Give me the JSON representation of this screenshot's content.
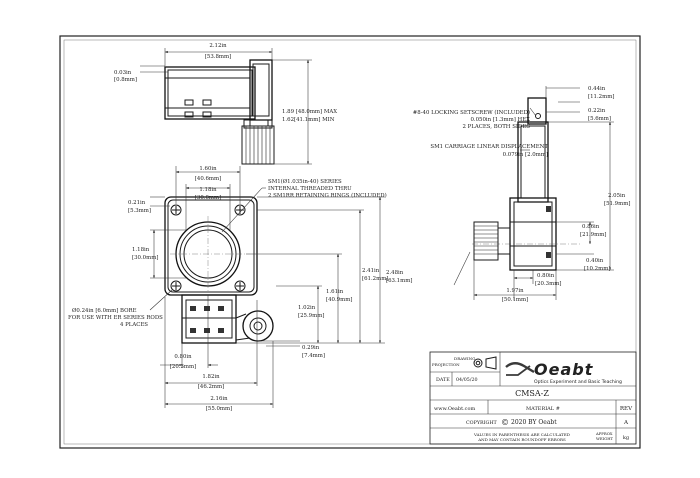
{
  "top_view": {
    "width_dim": [
      "2.12in",
      "[53.8mm]"
    ],
    "left_dim": [
      "0.03in",
      "[0.8mm]"
    ],
    "height_dim": [
      "1.89 [48.0mm] MAX",
      "1.62[41.1mm] MIN"
    ]
  },
  "front_view": {
    "dim_1_60": [
      "1.60in",
      "[40.6mm]"
    ],
    "dim_1_18_top": [
      "1.18in",
      "[30.0mm]"
    ],
    "dim_0_21": [
      "0.21in",
      "[5.3mm]"
    ],
    "dim_1_18_left": [
      "1.18in",
      "[30.0mm]"
    ],
    "sm1_note": [
      "SM1(Ø1.035in-40) SERIES",
      "INTERNAL THREADED THRU",
      "2 SM1RR RETAINING RINGS (INCLUDED)"
    ],
    "bore_note": [
      "Ø0.24in [6.0mm] BORE",
      "FOR USE WITH ER SERIES RODS",
      "4 PLACES"
    ],
    "dim_2_48": [
      "2.48in",
      "[63.1mm]"
    ],
    "dim_2_41": [
      "2.41in",
      "[61.2mm]"
    ],
    "dim_1_61": [
      "1.61in",
      "[40.9mm]"
    ],
    "dim_1_02": [
      "1.02in",
      "[25.9mm]"
    ],
    "dim_0_29": [
      "0.29in",
      "[7.4mm]"
    ],
    "dim_0_80": [
      "0.80in",
      "[20.3mm]"
    ],
    "dim_1_82": [
      "1.82in",
      "[46.2mm]"
    ],
    "dim_2_16": [
      "2.16in",
      "[55.0mm]"
    ]
  },
  "side_view": {
    "dim_top_a": [
      "0.44in",
      "[11.2mm]"
    ],
    "dim_top_b": [
      "0.22in",
      "[5.6mm]"
    ],
    "setscrew_note": [
      "#8-40 LOCKING SETSCREW (INCLUDED)",
      "0.050in [1.3mm] HEX",
      "2 PLACES, BOTH SIDES"
    ],
    "displacement_note": [
      "SM1 CARRIAGE LINEAR DISPLACEMENT",
      "0.079in [2.0mm]"
    ],
    "dim_2_05": [
      "2.05in",
      "[51.9mm]"
    ],
    "dim_0_86": [
      "0.86in",
      "[21.9mm]"
    ],
    "dim_0_40": [
      "0.40in",
      "[10.2mm]"
    ],
    "dim_0_80": [
      "0.80in",
      "[20.3mm]"
    ],
    "dim_1_97": [
      "1.97in",
      "[50.1mm]"
    ]
  },
  "title_block": {
    "projection_label": [
      "DRAWING",
      "PROJECTION"
    ],
    "date_label": "DATE",
    "date_value": "04/05/20",
    "brand": "Oeabt",
    "tagline": "Optics Experiment and Basic Teaching",
    "part_name": "CMSA-Z",
    "website": "www.Oeabt.com",
    "material_label": "MATERIAL #",
    "rev_label": "REV",
    "rev_value": "A",
    "copyright_label": "COPYRIGHT",
    "copyright_text": "2020 BY Oeabt",
    "note_line1": "VALUES IN PARENTHESIS ARE CALCULATED",
    "note_line2": "AND MAY CONTAIN ROUNDOFF ERRORS",
    "weight_label": [
      "APPROX",
      "WEIGHT"
    ],
    "weight_unit": "kg"
  },
  "colors": {
    "line": "#1a1a1a",
    "text": "#222222",
    "logo": "#3a3a3a"
  }
}
